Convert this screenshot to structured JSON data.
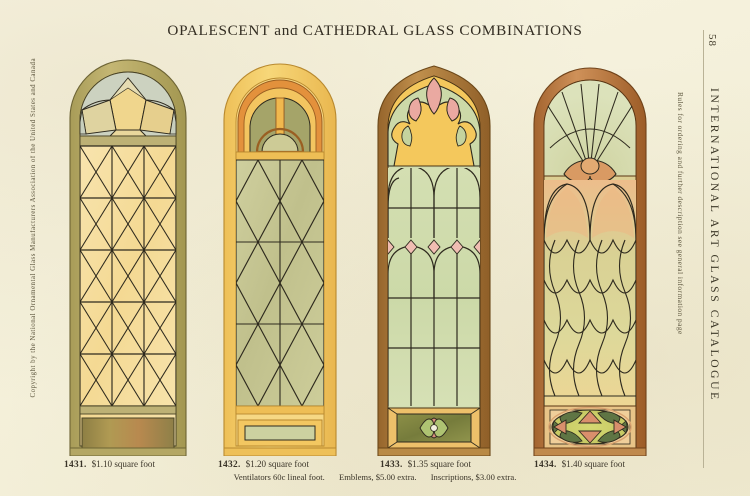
{
  "page": {
    "title_caps_1": "OPALESCENT",
    "title_and": "and",
    "title_caps_2": "CATHEDRAL GLASS COMBINATIONS",
    "title_full": "OPALESCENT and CATHEDRAL GLASS COMBINATIONS",
    "page_number": "58",
    "catalogue_name": "INTERNATIONAL ART GLASS CATALOGUE",
    "rules_note": "Rules for ordering and further description see general information page",
    "copyright": "Copyright by the National Ornamental Glass Manufacturers Association of the United States and Canada",
    "paper_color": "#f6f2dc"
  },
  "plates": [
    {
      "id": "1431",
      "number_label": "1431.",
      "price": "$1.10 square foot",
      "design": "round-arch-star-fan-with-diagonal-lattice",
      "arch_type": "round",
      "body_pattern": "diagonal X lattice",
      "colors": {
        "frame": "#b9ab63",
        "glass_main": "#f6dda0",
        "glass_alt": "#efe6bb",
        "arch_fan": "#f0d78f",
        "arch_ground": "#cfd3c2",
        "base_panel": "#9a8a4a",
        "lead": "#2e2a1e"
      }
    },
    {
      "id": "1432",
      "number_label": "1432.",
      "price": "$1.20 square foot",
      "design": "round-arch-lunette-with-diamond-lattice",
      "arch_type": "round",
      "body_pattern": "diamond lattice",
      "colors": {
        "frame": "#f2c65e",
        "frame_accent": "#e08b3a",
        "glass_main": "#c3c393",
        "glass_alt": "#d7d8ac",
        "base_panel": "#cdd0a0",
        "lead": "#2e2a1e"
      }
    },
    {
      "id": "1433",
      "number_label": "1433.",
      "price": "$1.35 square foot",
      "design": "gothic-arch-scroll-ornament-with-lancet-panels",
      "arch_type": "gothic",
      "body_pattern": "vertical ogee lancet panels",
      "colors": {
        "frame": "#a6702f",
        "frame_light": "#e7b96a",
        "glass_main": "#cfdbac",
        "glass_alt": "#d9e2bb",
        "ornament_amber": "#f3c75c",
        "ornament_pink": "#e9a8a0",
        "medallion_ground": "#8a8e4a",
        "medallion_petal_pink": "#dd8f7e",
        "medallion_petal_green": "#a9bf6a",
        "lead": "#2e2a1e"
      }
    },
    {
      "id": "1434",
      "number_label": "1434.",
      "price": "$1.40 square foot",
      "design": "round-arch-shell-fan-with-interlaced-ogee-net",
      "arch_type": "round",
      "body_pattern": "interlaced ogee net",
      "colors": {
        "frame": "#b0713c",
        "frame_light": "#dfa26a",
        "glass_peach": "#efbf8e",
        "glass_green": "#cfd79a",
        "glass_amber": "#eed98d",
        "fan": "#d3d9ad",
        "boss": "#d99a63",
        "oval_ground": "#cdd06a",
        "oval_lobe": "#5f7544",
        "oval_triangle": "#d98f6c",
        "lead": "#2e2a1e"
      }
    }
  ],
  "footnote": {
    "ventilators": "Ventilators  60c lineal foot.",
    "emblems": "Emblems, $5.00 extra.",
    "inscriptions": "Inscriptions, $3.00 extra."
  }
}
